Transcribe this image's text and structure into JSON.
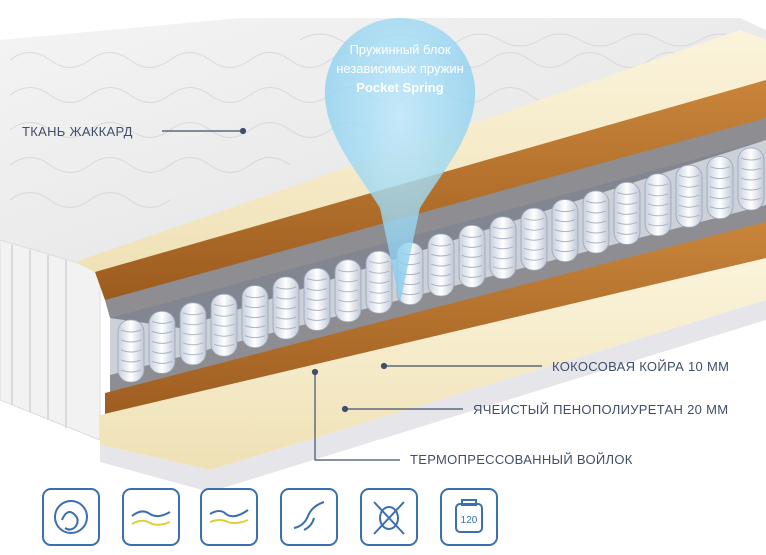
{
  "callout": {
    "line1": "Пружинный блок",
    "line2": "независимых пружин",
    "line3": "Pocket Spring"
  },
  "labels": {
    "fabric": "ТКАНЬ ЖАККАРД",
    "coconut": "КОКОСОВАЯ КОЙРА 10 ММ",
    "foam": "ЯЧЕИСТЫЙ ПЕНОПОЛИУРЕТАН 20 ММ",
    "felt": "ТЕРМОПРЕССОВАННЫЙ ВОЙЛОК"
  },
  "icons": [
    {
      "name": "anti-allergy-icon"
    },
    {
      "name": "medium-firmness-icon"
    },
    {
      "name": "orthopedic-support-icon"
    },
    {
      "name": "breathable-icon"
    },
    {
      "name": "no-allergy-mite-icon"
    },
    {
      "name": "max-load-icon",
      "text": "120"
    }
  ],
  "colors": {
    "accent": "#3a6fb0",
    "bubble": "#8fd3f0",
    "coconut": "#b8732c",
    "foam": "#f6eccd",
    "felt": "#8d8d92"
  }
}
